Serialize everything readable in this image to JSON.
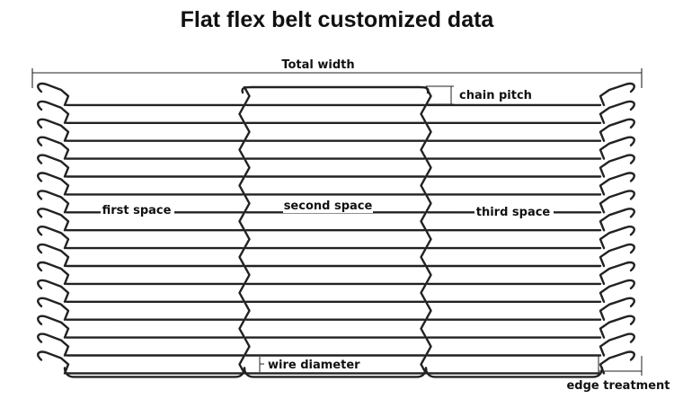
{
  "title": "Flat flex belt customized data",
  "labels": {
    "total_width": "Total width",
    "chain_pitch": "chain pitch",
    "first_space": "first space",
    "second_space": "second space",
    "third_space": "third space",
    "wire_diameter": "wire diameter",
    "edge_treatment": "edge treatment"
  },
  "colors": {
    "stroke": "#222222",
    "text": "#111111",
    "background": "#ffffff"
  }
}
